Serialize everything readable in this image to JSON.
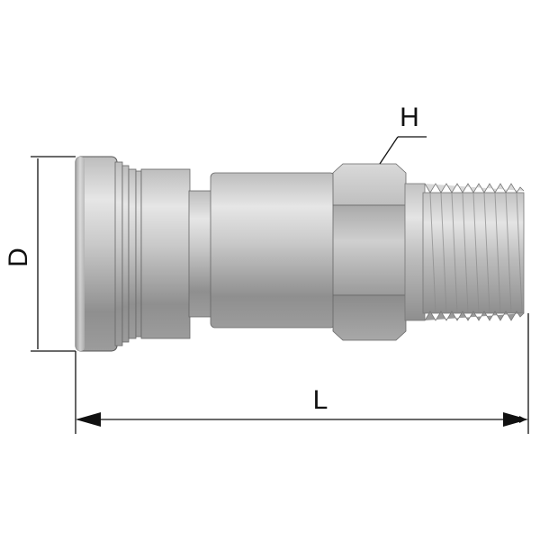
{
  "diagram": {
    "labels": {
      "diameter": "D",
      "hex": "H",
      "length": "L"
    },
    "colors": {
      "outline": "#1a1a1a",
      "metal_light": "#e2e2e2",
      "metal_mid": "#b9b9b9",
      "metal_dark": "#8a8a8a"
    }
  }
}
